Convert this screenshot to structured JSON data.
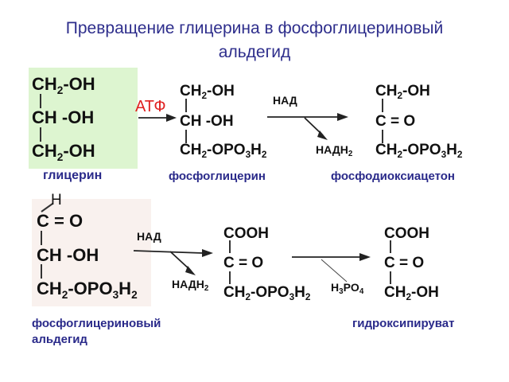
{
  "title_line1": "Превращение глицерина в фосфоглицериновый",
  "title_line2": "альдегид",
  "colors": {
    "title": "#2e2e8c",
    "label": "#2a2a8a",
    "atf": "#e02020",
    "glycerol_bg": "#ddf5d0",
    "aldehyde_bg": "#f9f1ee"
  },
  "glycerol": {
    "c1": "CH",
    "c1_sub": "2",
    "c1_tail": "-OH",
    "c2": "CH -OH",
    "c3": "CH",
    "c3_sub": "2",
    "c3_tail": "-OH",
    "name": "глицерин"
  },
  "atf": "АТФ",
  "phosphoglycerol": {
    "c1": "CH",
    "c1_sub": "2",
    "c1_tail": "-OH",
    "c2": "CH -OH",
    "c3": "CH",
    "c3_sub": "2",
    "c3_tail": "-OPO",
    "c3_sub2": "3",
    "c3_end": "H",
    "c3_sub3": "2",
    "name": "фосфоглицерин"
  },
  "nad_1": "НАД",
  "nadh_1": "НАДН",
  "nadh_1_sub": "2",
  "dhap": {
    "c1": "CH",
    "c1_sub": "2",
    "c1_tail": "-OH",
    "c2": "C = O",
    "c3": "CH",
    "c3_sub": "2",
    "c3_tail": "-OPO",
    "c3_sub2": "3",
    "c3_end": "H",
    "c3_sub3": "2",
    "name": "фосфодиоксиацетон"
  },
  "aldehyde": {
    "h": "H",
    "c1": "C = O",
    "c2": "CH -OH",
    "c3": "CH",
    "c3_sub": "2",
    "c3_tail": "-OPO",
    "c3_sub2": "3",
    "c3_end": "H",
    "c3_sub3": "2",
    "name_line1": "фосфоглицериновый",
    "name_line2": "альдегид"
  },
  "nad_2": "НАД",
  "nadh_2": "НАДН",
  "nadh_2_sub": "2",
  "phosphopyruvate": {
    "c1": "COOH",
    "c2": "C = O",
    "c3": "CH",
    "c3_sub": "2",
    "c3_tail": "-OPO",
    "c3_sub2": "3",
    "c3_end": "H",
    "c3_sub3": "2"
  },
  "h3po4": {
    "a": "H",
    "a_sub": "3",
    "b": "PO",
    "b_sub": "4"
  },
  "pyruvate": {
    "c1": "COOH",
    "c2": "C = O",
    "c3": "CH",
    "c3_sub": "2",
    "c3_tail": "-OH",
    "name": "гидроксипируват"
  }
}
